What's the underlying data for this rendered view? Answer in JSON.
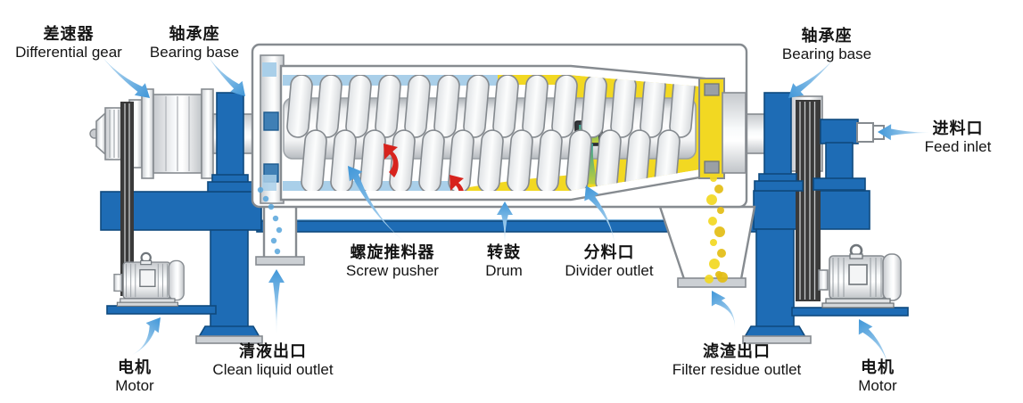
{
  "labels": {
    "differential_gear": {
      "zh": "差速器",
      "en": "Differential gear"
    },
    "bearing_base_left": {
      "zh": "轴承座",
      "en": "Bearing base"
    },
    "bearing_base_right": {
      "zh": "轴承座",
      "en": "Bearing base"
    },
    "feed_inlet": {
      "zh": "进料口",
      "en": "Feed inlet"
    },
    "screw_pusher": {
      "zh": "螺旋推料器",
      "en": "Screw pusher"
    },
    "drum": {
      "zh": "转鼓",
      "en": "Drum"
    },
    "divider_outlet": {
      "zh": "分料口",
      "en": "Divider outlet"
    },
    "clean_liquid_outlet": {
      "zh": "清液出口",
      "en": "Clean liquid outlet"
    },
    "filter_residue_outlet": {
      "zh": "滤渣出口",
      "en": "Filter residue outlet"
    },
    "motor_left": {
      "zh": "电机",
      "en": "Motor"
    },
    "motor_right": {
      "zh": "电机",
      "en": "Motor"
    }
  },
  "colors": {
    "background": "#ffffff",
    "text_black": "#141414",
    "frame_blue": "#1e6cb5",
    "frame_dark": "#0f4a7e",
    "liquid_blue": "#a9cfe9",
    "liquid_accent": "#57a4da",
    "solids_yellow": "#f2d822",
    "solids_dark": "#e3bd14",
    "divider_teal": "#2f9f98",
    "arrow_red": "#d7231d",
    "label_arrow_light": "#d9ecf8",
    "label_arrow_dark": "#3f96d8",
    "outline_gray": "#868b90",
    "belt_dark": "#3a3a3a"
  }
}
